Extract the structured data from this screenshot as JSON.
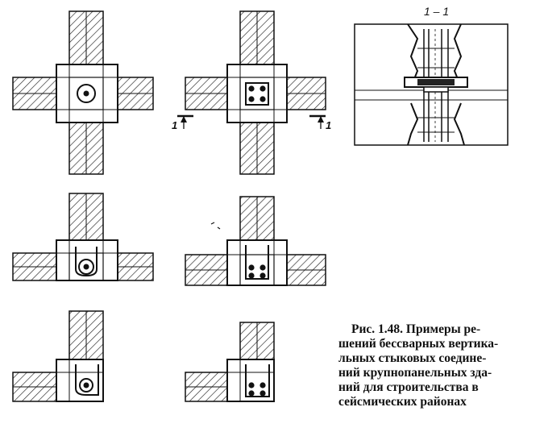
{
  "section": {
    "label": "1 – 1"
  },
  "cut_marks": {
    "left": "1",
    "right": "1"
  },
  "caption": {
    "lines": [
      "Рис. 1.48. Примеры ре-",
      "шений бессварных вертика-",
      "льных стыковых соедине-",
      "ний крупнопанельных зда-",
      "ний для строительства в",
      "сейсмических районах"
    ]
  }
}
